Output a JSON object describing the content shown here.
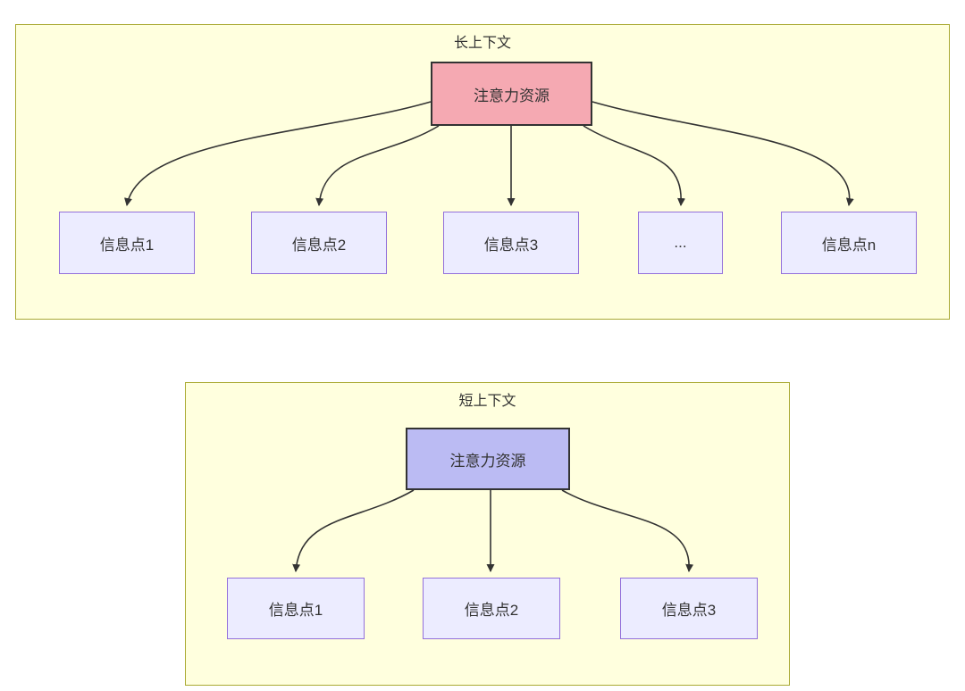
{
  "diagrams": [
    {
      "id": "long-context",
      "title": "长上下文",
      "root": {
        "label": "注意力资源",
        "fill": "#F5A9B2"
      },
      "children": [
        {
          "label": "信息点1"
        },
        {
          "label": "信息点2"
        },
        {
          "label": "信息点3"
        },
        {
          "label": "..."
        },
        {
          "label": "信息点n"
        }
      ]
    },
    {
      "id": "short-context",
      "title": "短上下文",
      "root": {
        "label": "注意力资源",
        "fill": "#BBBBF3"
      },
      "children": [
        {
          "label": "信息点1"
        },
        {
          "label": "信息点2"
        },
        {
          "label": "信息点3"
        }
      ]
    }
  ],
  "colors": {
    "cluster_fill": "#FFFFDE",
    "cluster_border": "#AAAA33",
    "child_fill": "#ECECFF",
    "child_border": "#9370DB",
    "root_long_fill": "#F5A9B2",
    "root_short_fill": "#BBBBF3",
    "root_border": "#333333",
    "edge": "#333333",
    "text": "#333333"
  }
}
